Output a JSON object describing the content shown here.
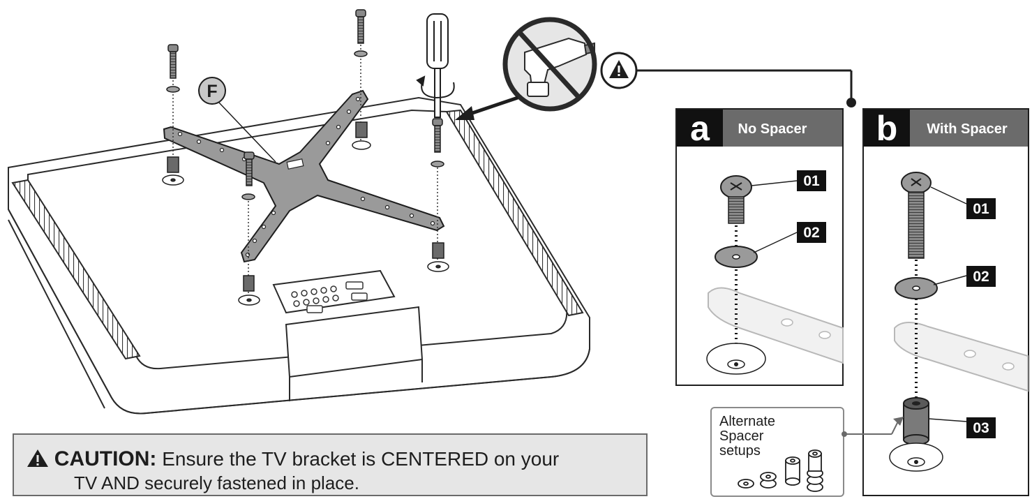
{
  "labels": {
    "part_f": "F"
  },
  "panel_a": {
    "letter": "a",
    "title": "No Spacer",
    "callouts": [
      "01",
      "02"
    ]
  },
  "panel_b": {
    "letter": "b",
    "title": "With Spacer",
    "callouts": [
      "01",
      "02",
      "03"
    ]
  },
  "alternate": {
    "lines": [
      "Alternate",
      "Spacer",
      "setups"
    ]
  },
  "caution": {
    "heading": "CAUTION:",
    "line1": "Ensure the TV bracket is CENTERED on your",
    "line2": "TV AND securely fastened in place."
  },
  "icons": [
    "warning-triangle-icon",
    "no-power-drill-icon",
    "screwdriver-icon"
  ]
}
